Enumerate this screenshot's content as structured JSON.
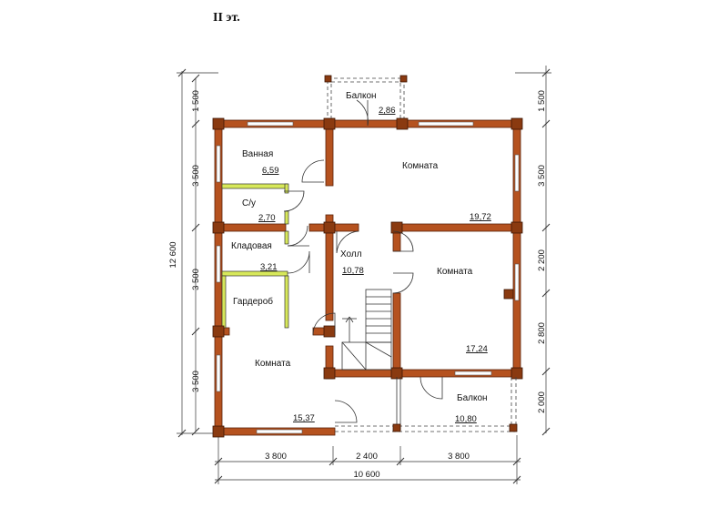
{
  "title": "II эт.",
  "rooms": [
    {
      "id": "balcony-top",
      "label": "Балкон",
      "area": "2,86"
    },
    {
      "id": "bathroom",
      "label": "Ванная",
      "area": "6,59"
    },
    {
      "id": "wc",
      "label": "С/у",
      "area": "2,70"
    },
    {
      "id": "room-top-right",
      "label": "Комната",
      "area": "19,72"
    },
    {
      "id": "storage",
      "label": "Кладовая",
      "area": "3,21"
    },
    {
      "id": "hall",
      "label": "Холл",
      "area": "10,78"
    },
    {
      "id": "room-mid-right",
      "label": "Комната",
      "area": "17,24"
    },
    {
      "id": "wardrobe",
      "label": "Гардероб",
      "area": ""
    },
    {
      "id": "room-bottom-left",
      "label": "Комната",
      "area": "15,37"
    },
    {
      "id": "balcony-bottom",
      "label": "Балкон",
      "area": "10,80"
    }
  ],
  "dimensions": {
    "left": [
      "1 500",
      "3 500",
      "3 500",
      "3 500"
    ],
    "left_total": "12 600",
    "right": [
      "1 500",
      "3 500",
      "2 200",
      "2 800",
      "2 000"
    ],
    "bottom": [
      "3 800",
      "2 400",
      "3 800"
    ],
    "bottom_total": "10 600"
  }
}
